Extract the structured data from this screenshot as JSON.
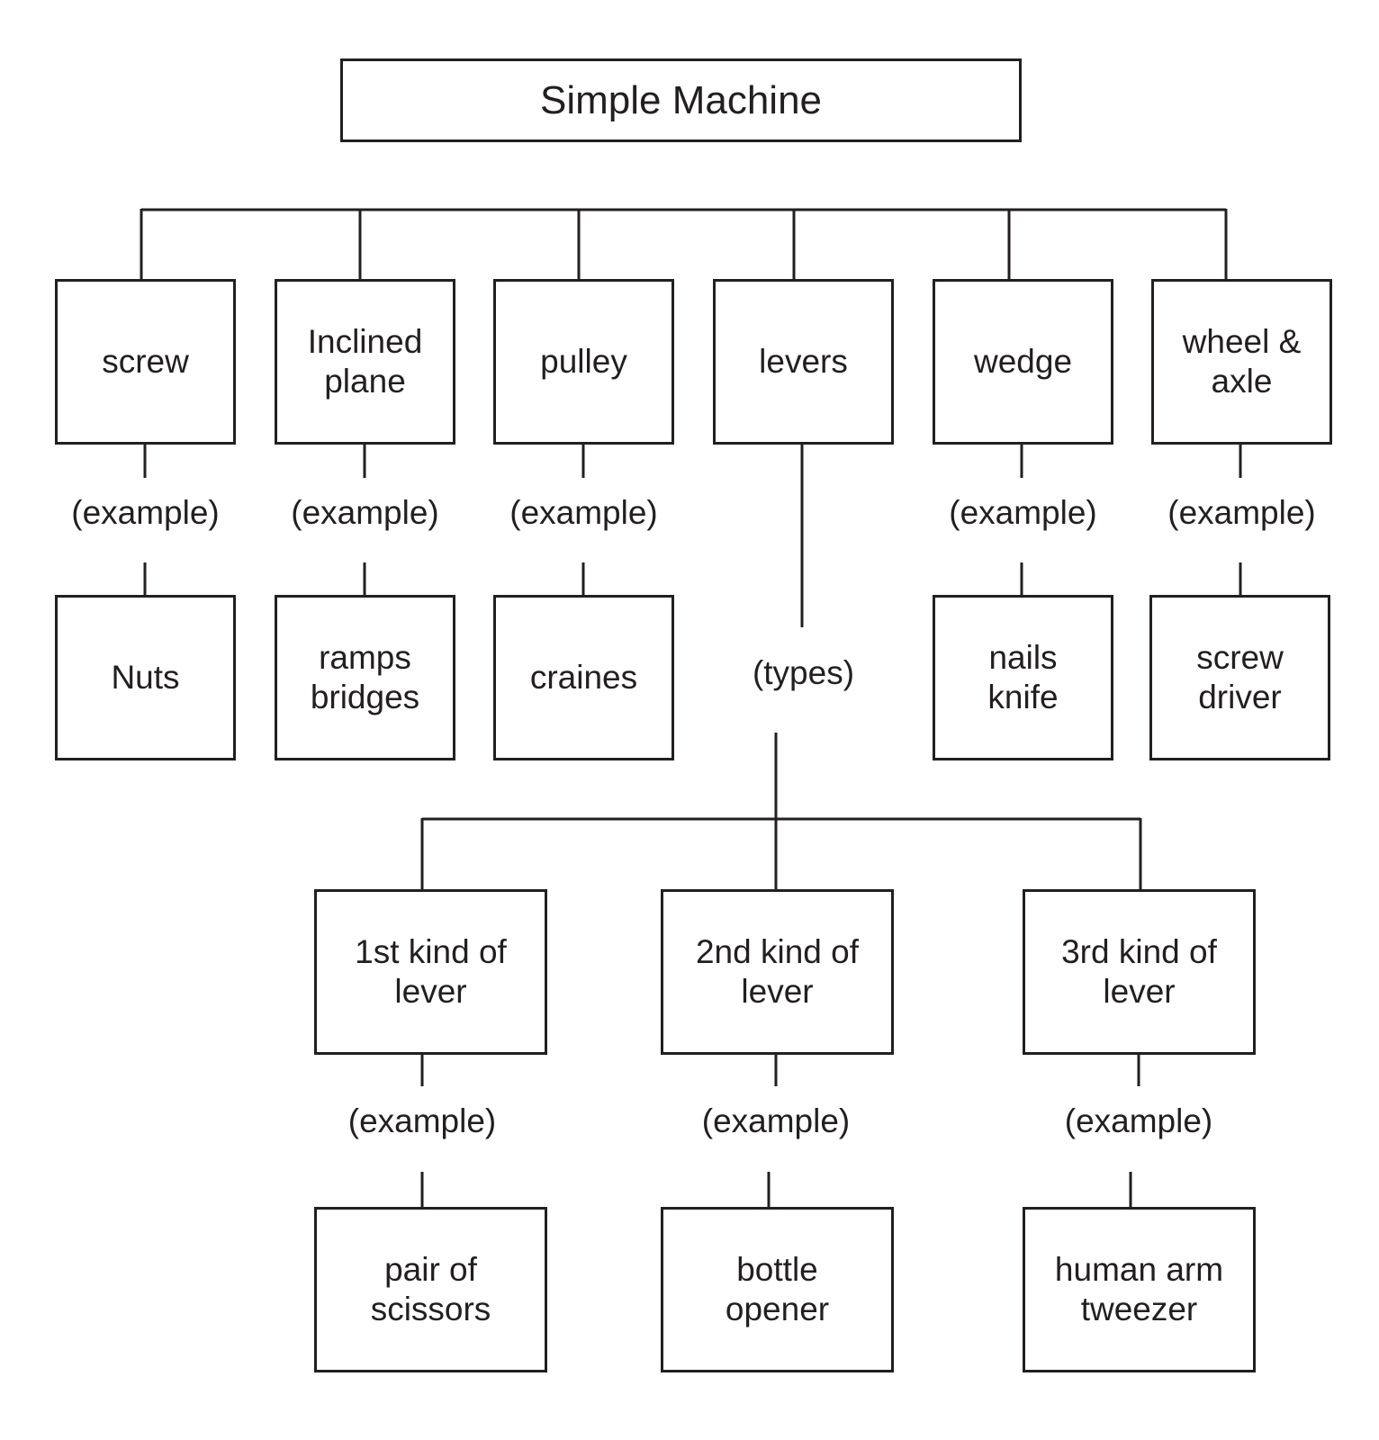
{
  "title": "Simple Machine",
  "machines": [
    {
      "name": "screw",
      "connector": "(example)",
      "example": "Nuts"
    },
    {
      "name": "Inclined\nplane",
      "connector": "(example)",
      "example": "ramps\nbridges"
    },
    {
      "name": "pulley",
      "connector": "(example)",
      "example": "craines"
    },
    {
      "name": "levers",
      "connector": "(types)"
    },
    {
      "name": "wedge",
      "connector": "(example)",
      "example": "nails\nknife"
    },
    {
      "name": "wheel &\naxle",
      "connector": "(example)",
      "example": "screw\ndriver"
    }
  ],
  "lever_types": [
    {
      "name": "1st kind of\nlever",
      "connector": "(example)",
      "example": "pair of\nscissors"
    },
    {
      "name": "2nd kind of\nlever",
      "connector": "(example)",
      "example": "bottle\nopener"
    },
    {
      "name": "3rd kind of\nlever",
      "connector": "(example)",
      "example": "human arm\ntweezer"
    }
  ]
}
